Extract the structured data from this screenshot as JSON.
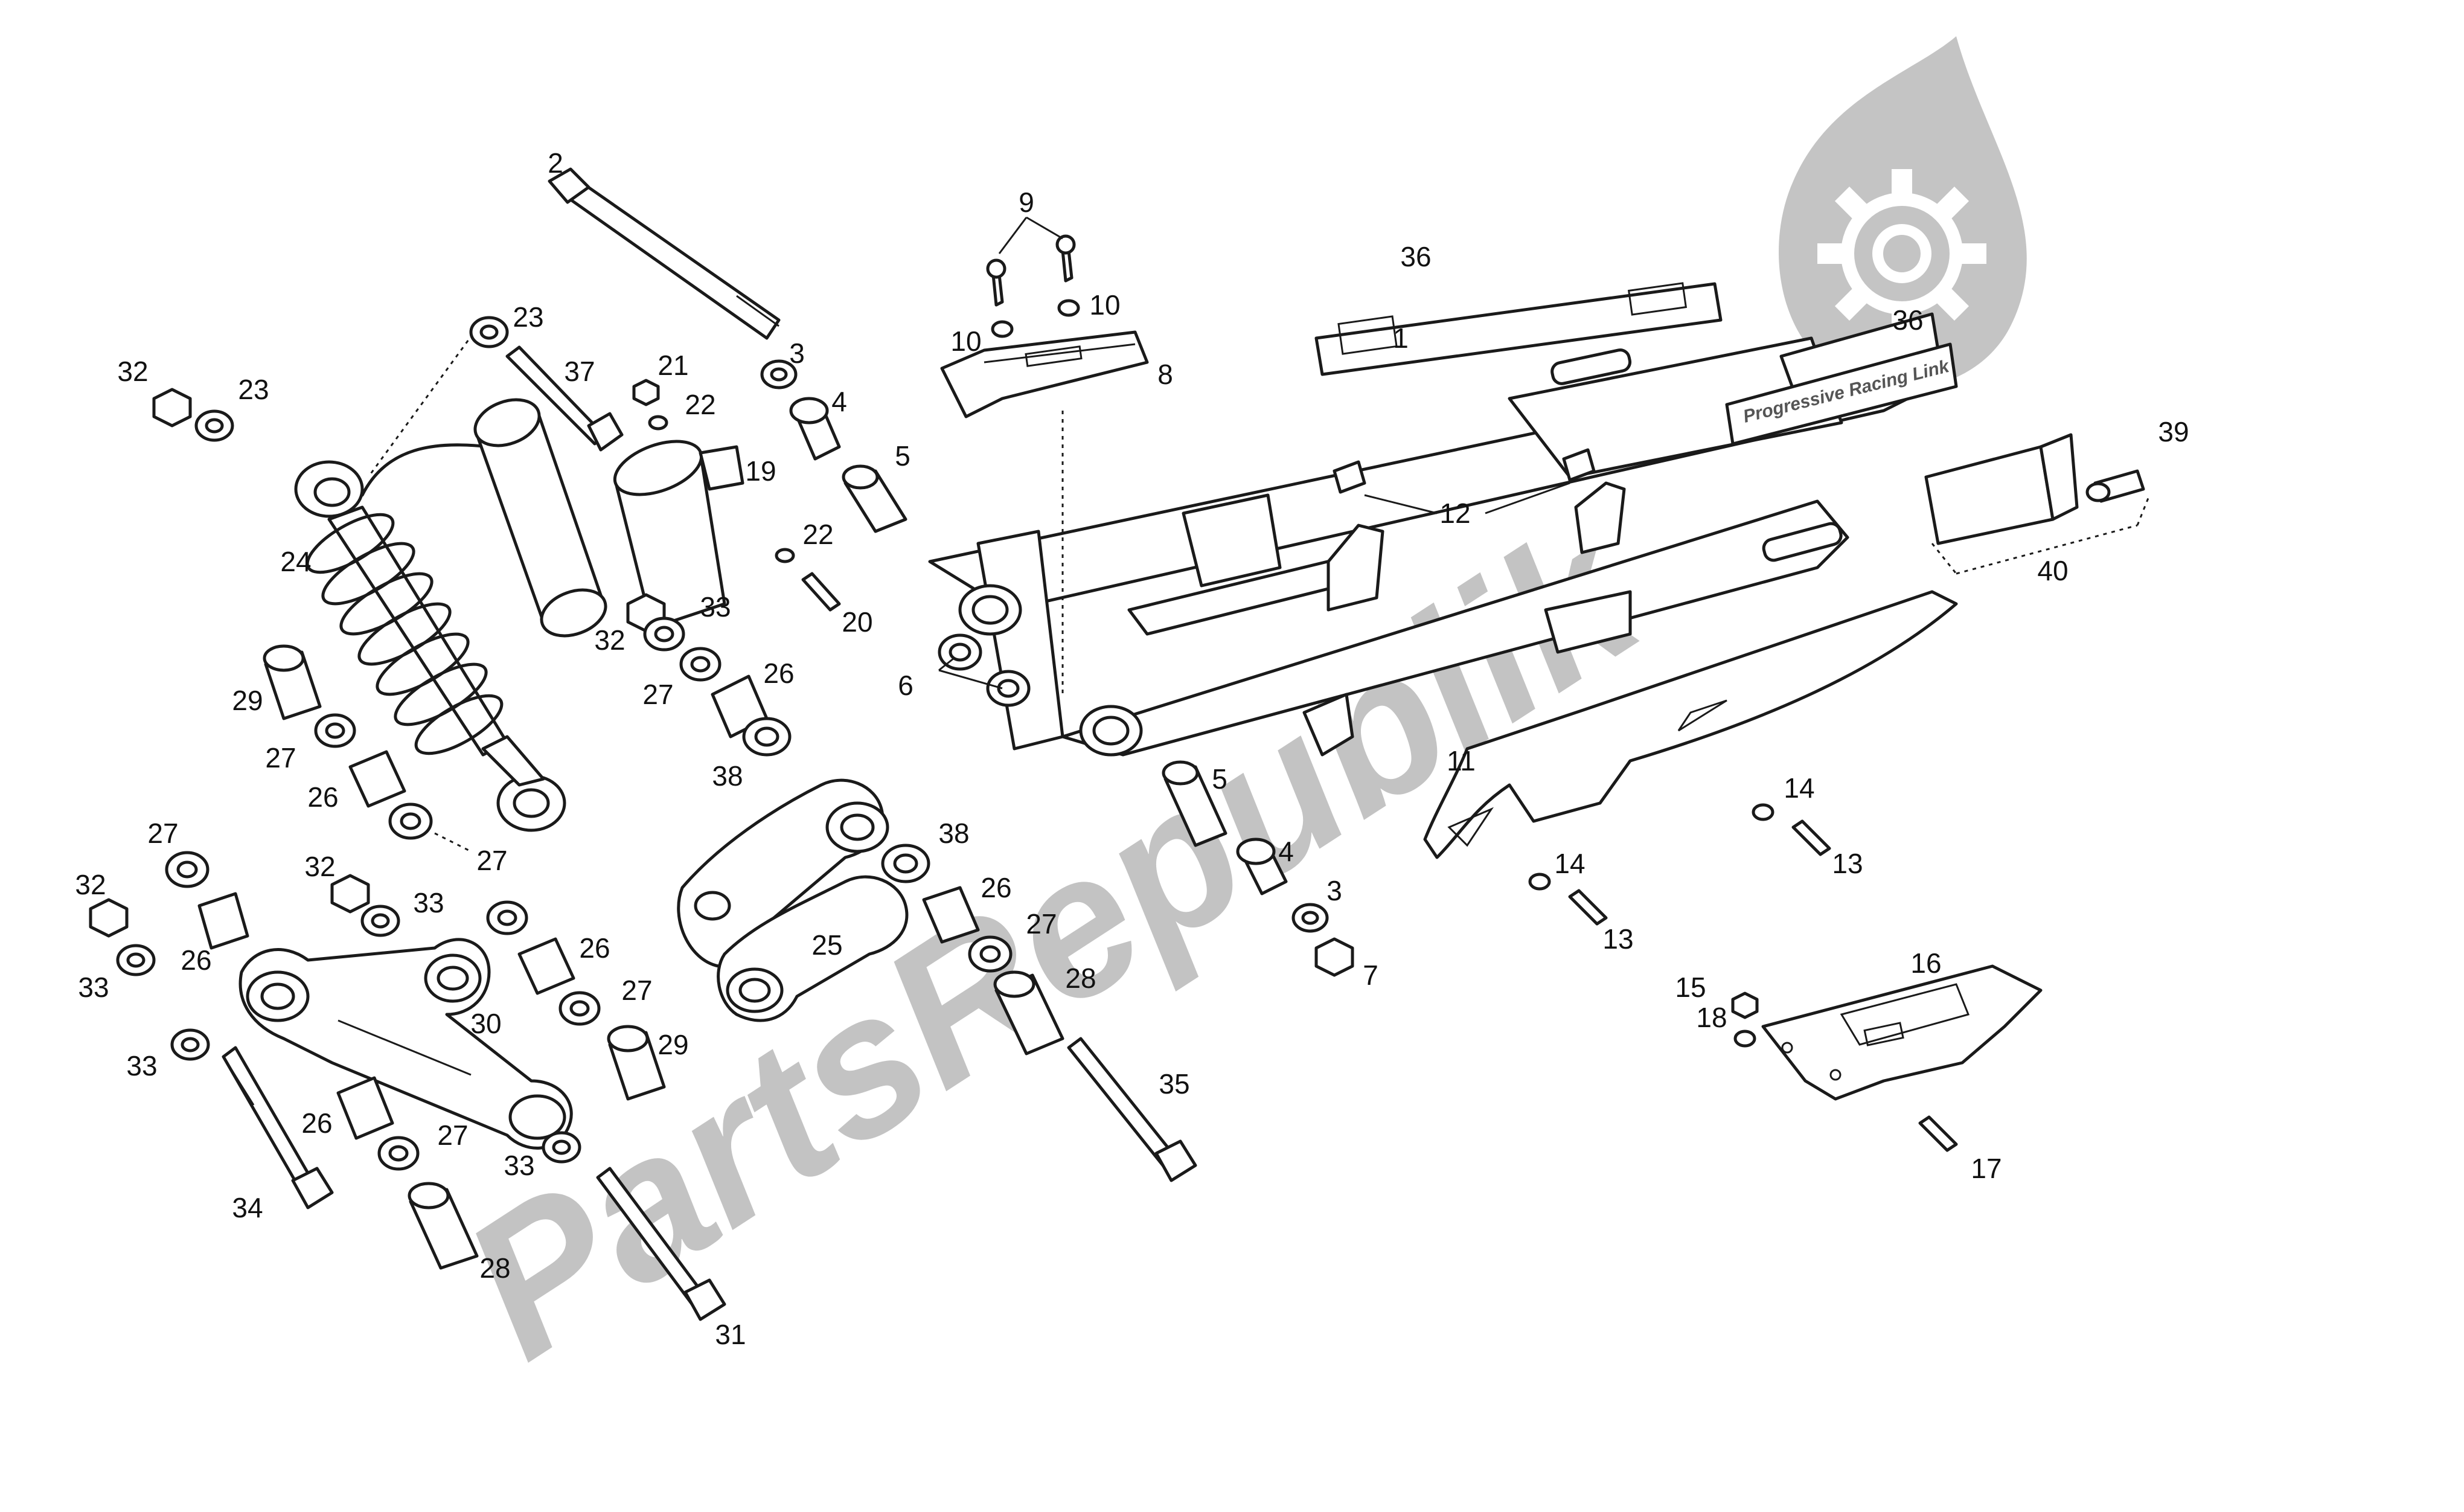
{
  "watermark": {
    "text": "PartsRepublik",
    "color": "#b9b9b9"
  },
  "decal_text": "Progressive Racing Link",
  "callouts": [
    {
      "id": "c1",
      "label": "1"
    },
    {
      "id": "c2",
      "label": "2"
    },
    {
      "id": "c3a",
      "label": "3"
    },
    {
      "id": "c3b",
      "label": "3"
    },
    {
      "id": "c4a",
      "label": "4"
    },
    {
      "id": "c4b",
      "label": "4"
    },
    {
      "id": "c5a",
      "label": "5"
    },
    {
      "id": "c5b",
      "label": "5"
    },
    {
      "id": "c6",
      "label": "6"
    },
    {
      "id": "c7",
      "label": "7"
    },
    {
      "id": "c8",
      "label": "8"
    },
    {
      "id": "c9",
      "label": "9"
    },
    {
      "id": "c10a",
      "label": "10"
    },
    {
      "id": "c10b",
      "label": "10"
    },
    {
      "id": "c11",
      "label": "11"
    },
    {
      "id": "c12",
      "label": "12"
    },
    {
      "id": "c13a",
      "label": "13"
    },
    {
      "id": "c13b",
      "label": "13"
    },
    {
      "id": "c14a",
      "label": "14"
    },
    {
      "id": "c14b",
      "label": "14"
    },
    {
      "id": "c15",
      "label": "15"
    },
    {
      "id": "c16",
      "label": "16"
    },
    {
      "id": "c17",
      "label": "17"
    },
    {
      "id": "c18",
      "label": "18"
    },
    {
      "id": "c19",
      "label": "19"
    },
    {
      "id": "c20",
      "label": "20"
    },
    {
      "id": "c21",
      "label": "21"
    },
    {
      "id": "c22a",
      "label": "22"
    },
    {
      "id": "c22b",
      "label": "22"
    },
    {
      "id": "c23a",
      "label": "23"
    },
    {
      "id": "c23b",
      "label": "23"
    },
    {
      "id": "c24",
      "label": "24"
    },
    {
      "id": "c25",
      "label": "25"
    },
    {
      "id": "c26a",
      "label": "26"
    },
    {
      "id": "c26b",
      "label": "26"
    },
    {
      "id": "c26c",
      "label": "26"
    },
    {
      "id": "c26d",
      "label": "26"
    },
    {
      "id": "c26e",
      "label": "26"
    },
    {
      "id": "c26f",
      "label": "26"
    },
    {
      "id": "c27a",
      "label": "27"
    },
    {
      "id": "c27b",
      "label": "27"
    },
    {
      "id": "c27c",
      "label": "27"
    },
    {
      "id": "c27d",
      "label": "27"
    },
    {
      "id": "c27e",
      "label": "27"
    },
    {
      "id": "c27f",
      "label": "27"
    },
    {
      "id": "c27g",
      "label": "27"
    },
    {
      "id": "c28a",
      "label": "28"
    },
    {
      "id": "c28b",
      "label": "28"
    },
    {
      "id": "c29a",
      "label": "29"
    },
    {
      "id": "c29b",
      "label": "29"
    },
    {
      "id": "c30",
      "label": "30"
    },
    {
      "id": "c31",
      "label": "31"
    },
    {
      "id": "c32a",
      "label": "32"
    },
    {
      "id": "c32b",
      "label": "32"
    },
    {
      "id": "c32c",
      "label": "32"
    },
    {
      "id": "c32d",
      "label": "32"
    },
    {
      "id": "c33a",
      "label": "33"
    },
    {
      "id": "c33b",
      "label": "33"
    },
    {
      "id": "c33c",
      "label": "33"
    },
    {
      "id": "c33d",
      "label": "33"
    },
    {
      "id": "c33e",
      "label": "33"
    },
    {
      "id": "c34",
      "label": "34"
    },
    {
      "id": "c35",
      "label": "35"
    },
    {
      "id": "c36a",
      "label": "36"
    },
    {
      "id": "c36b",
      "label": "36"
    },
    {
      "id": "c37",
      "label": "37"
    },
    {
      "id": "c38a",
      "label": "38"
    },
    {
      "id": "c38b",
      "label": "38"
    },
    {
      "id": "c39",
      "label": "39"
    },
    {
      "id": "c40",
      "label": "40"
    }
  ]
}
